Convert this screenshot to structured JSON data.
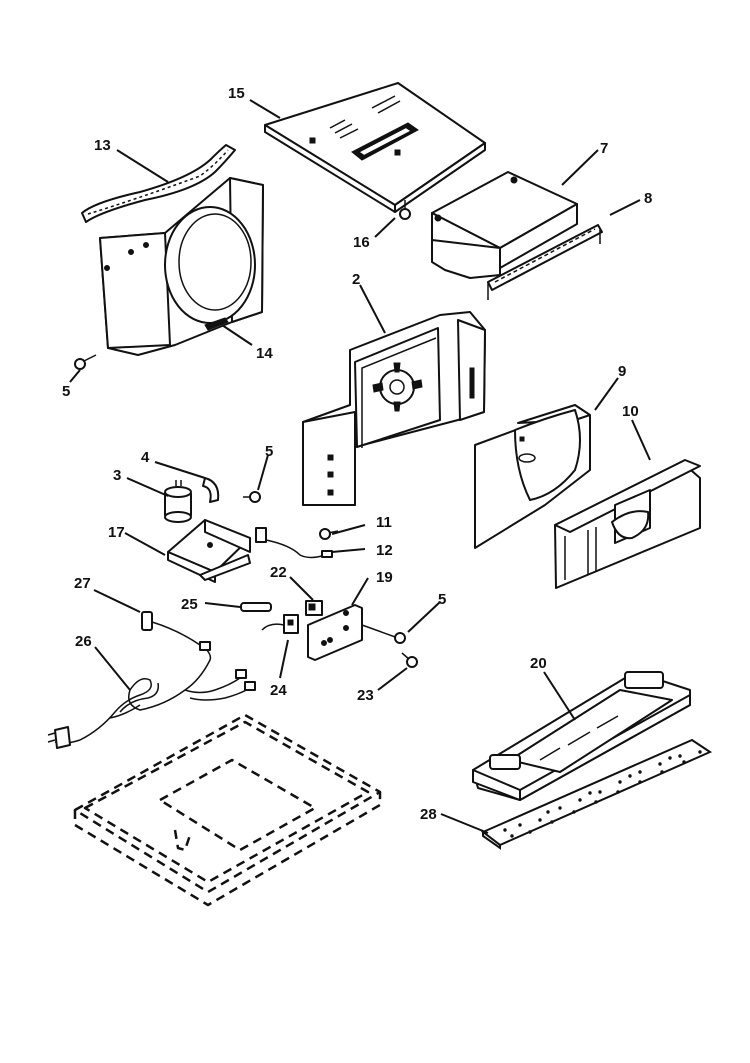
{
  "callouts": [
    {
      "id": "15",
      "text": "15"
    },
    {
      "id": "13",
      "text": "13"
    },
    {
      "id": "7",
      "text": "7"
    },
    {
      "id": "8",
      "text": "8"
    },
    {
      "id": "16",
      "text": "16"
    },
    {
      "id": "2",
      "text": "2"
    },
    {
      "id": "14",
      "text": "14"
    },
    {
      "id": "5a",
      "text": "5"
    },
    {
      "id": "9",
      "text": "9"
    },
    {
      "id": "10",
      "text": "10"
    },
    {
      "id": "4",
      "text": "4"
    },
    {
      "id": "5b",
      "text": "5"
    },
    {
      "id": "3",
      "text": "3"
    },
    {
      "id": "11",
      "text": "11"
    },
    {
      "id": "17",
      "text": "17"
    },
    {
      "id": "12",
      "text": "12"
    },
    {
      "id": "22",
      "text": "22"
    },
    {
      "id": "19",
      "text": "19"
    },
    {
      "id": "27",
      "text": "27"
    },
    {
      "id": "25",
      "text": "25"
    },
    {
      "id": "5c",
      "text": "5"
    },
    {
      "id": "26",
      "text": "26"
    },
    {
      "id": "20",
      "text": "20"
    },
    {
      "id": "24",
      "text": "24"
    },
    {
      "id": "23",
      "text": "23"
    },
    {
      "id": "28",
      "text": "28"
    }
  ]
}
